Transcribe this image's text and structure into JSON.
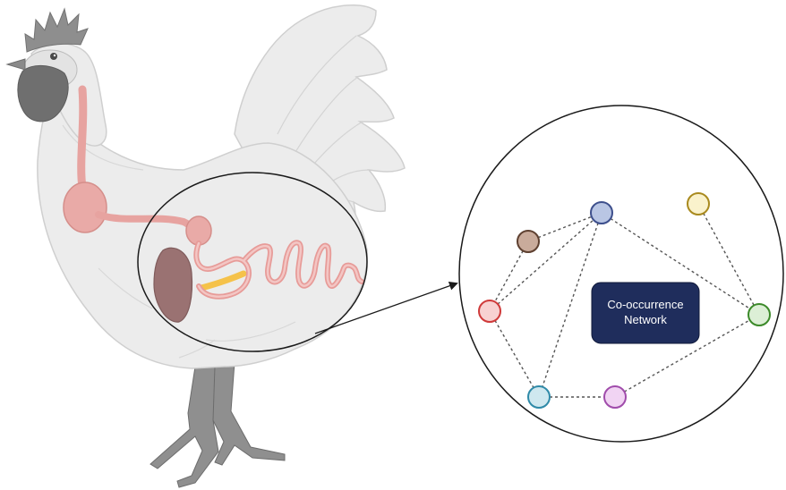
{
  "network": {
    "label_line1": "Co-occurrence",
    "label_line2": "Network",
    "label_box_color": "#1f2d5c",
    "edge_color": "#555555",
    "nodes": [
      {
        "id": "blue",
        "fill": "#b9c6e4",
        "stroke": "#3d4f8c"
      },
      {
        "id": "yellow",
        "fill": "#faf2cc",
        "stroke": "#a98a1e"
      },
      {
        "id": "brown",
        "fill": "#c9ab9b",
        "stroke": "#5e4030"
      },
      {
        "id": "red",
        "fill": "#f8d2d2",
        "stroke": "#cf3a3a"
      },
      {
        "id": "green",
        "fill": "#dcefd6",
        "stroke": "#3c8a2a"
      },
      {
        "id": "cyan",
        "fill": "#cfe8ef",
        "stroke": "#2f8aa8"
      },
      {
        "id": "purple",
        "fill": "#f1d4f3",
        "stroke": "#a04cab"
      }
    ],
    "edges": [
      [
        "brown",
        "blue"
      ],
      [
        "brown",
        "red"
      ],
      [
        "red",
        "blue"
      ],
      [
        "blue",
        "cyan"
      ],
      [
        "blue",
        "green"
      ],
      [
        "yellow",
        "green"
      ],
      [
        "red",
        "cyan"
      ],
      [
        "cyan",
        "purple"
      ],
      [
        "purple",
        "green"
      ]
    ]
  }
}
